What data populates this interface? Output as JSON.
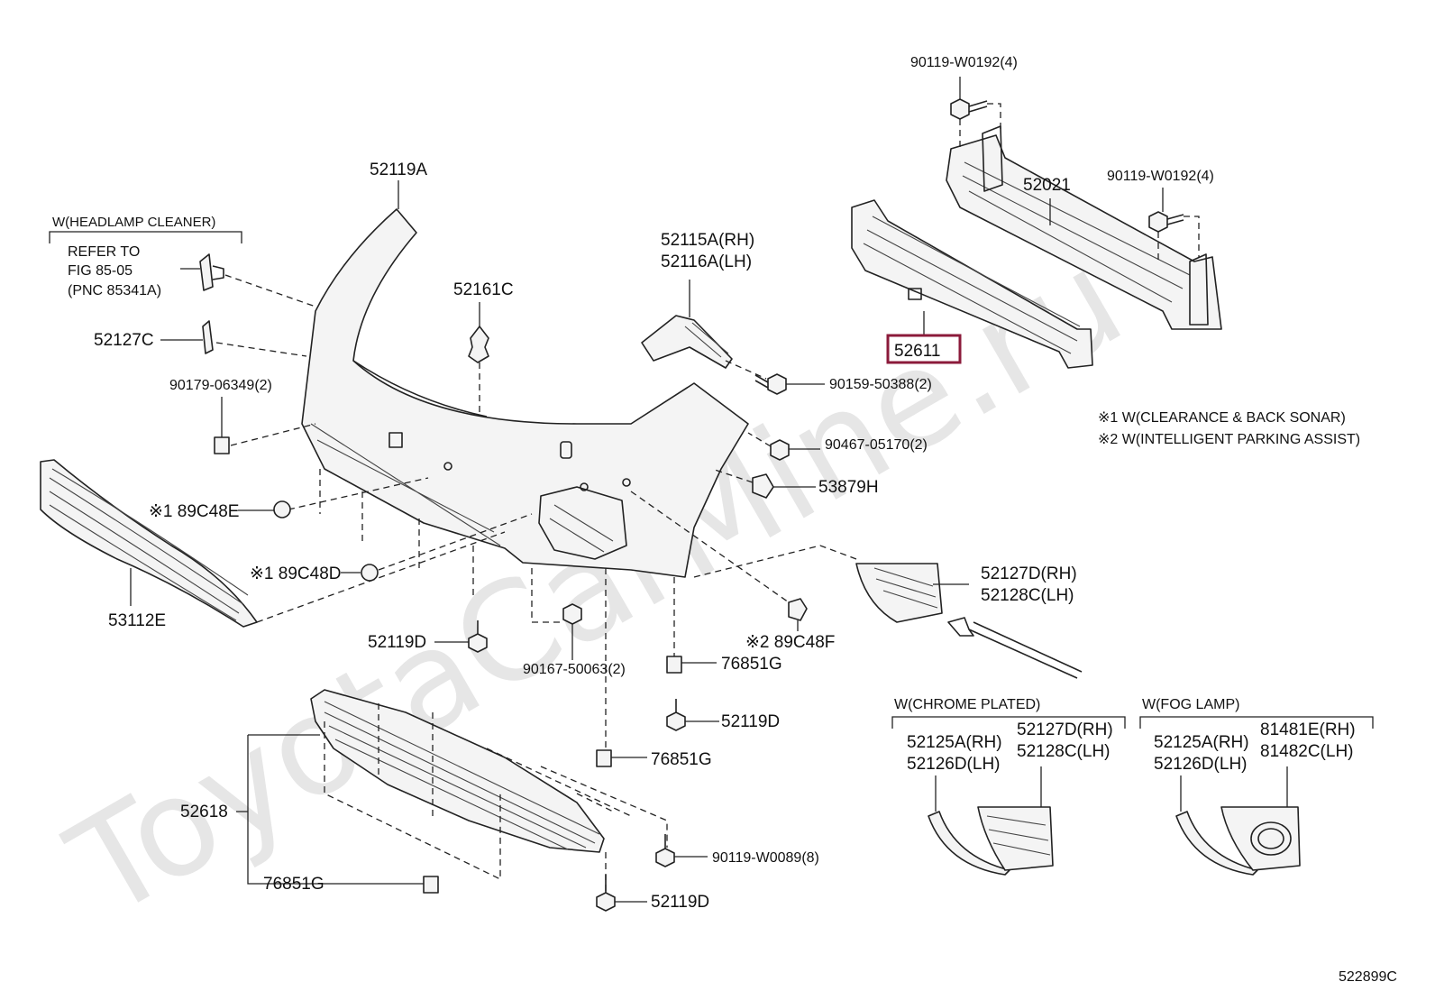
{
  "watermark": "ToyotaCarMine.ru",
  "figure_code": "522899C",
  "highlighted_part": "52611",
  "colors": {
    "highlight": "#8b1a3a",
    "line": "#222222",
    "watermark": "#e6e6e6"
  },
  "notes": {
    "note1": "※1 W(CLEARANCE & BACK SONAR)",
    "note2": "※2 W(INTELLIGENT PARKING ASSIST)"
  },
  "headlamp_group": {
    "title": "W(HEADLAMP CLEANER)",
    "line1": "REFER TO",
    "line2": "FIG 85-05",
    "line3": "(PNC 85341A)"
  },
  "chrome_group": {
    "title": "W(CHROME PLATED)"
  },
  "foglamp_group": {
    "title": "W(FOG LAMP)"
  },
  "labels": {
    "p90119_w0192_top": "90119-W0192(4)",
    "p90119_w0192_right": "90119-W0192(4)",
    "p52021": "52021",
    "p52611": "52611",
    "p52119a": "52119A",
    "p52115a": "52115A(RH)",
    "p52116a": "52116A(LH)",
    "p52161c": "52161C",
    "p52127c": "52127C",
    "p90179": "90179-06349(2)",
    "p90159": "90159-50388(2)",
    "p90467": "90467-05170(2)",
    "p53879h": "53879H",
    "p189c48e": "※1 89C48E",
    "p189c48d": "※1 89C48D",
    "p53112e": "53112E",
    "p52127d_rh": "52127D(RH)",
    "p52128c_lh": "52128C(LH)",
    "p289c48f": "※2 89C48F",
    "p52119d_a": "52119D",
    "p90167": "90167-50063(2)",
    "p76851g_a": "76851G",
    "p52119d_b": "52119D",
    "p76851g_b": "76851G",
    "p52618": "52618",
    "p76851g_c": "76851G",
    "p90119_w0089": "90119-W0089(8)",
    "p52119d_c": "52119D",
    "chrome_52125a": "52125A(RH)",
    "chrome_52126d": "52126D(LH)",
    "chrome_52127d": "52127D(RH)",
    "chrome_52128c": "52128C(LH)",
    "fog_52125a": "52125A(RH)",
    "fog_52126d": "52126D(LH)",
    "fog_81481e": "81481E(RH)",
    "fog_81482c": "81482C(LH)"
  }
}
